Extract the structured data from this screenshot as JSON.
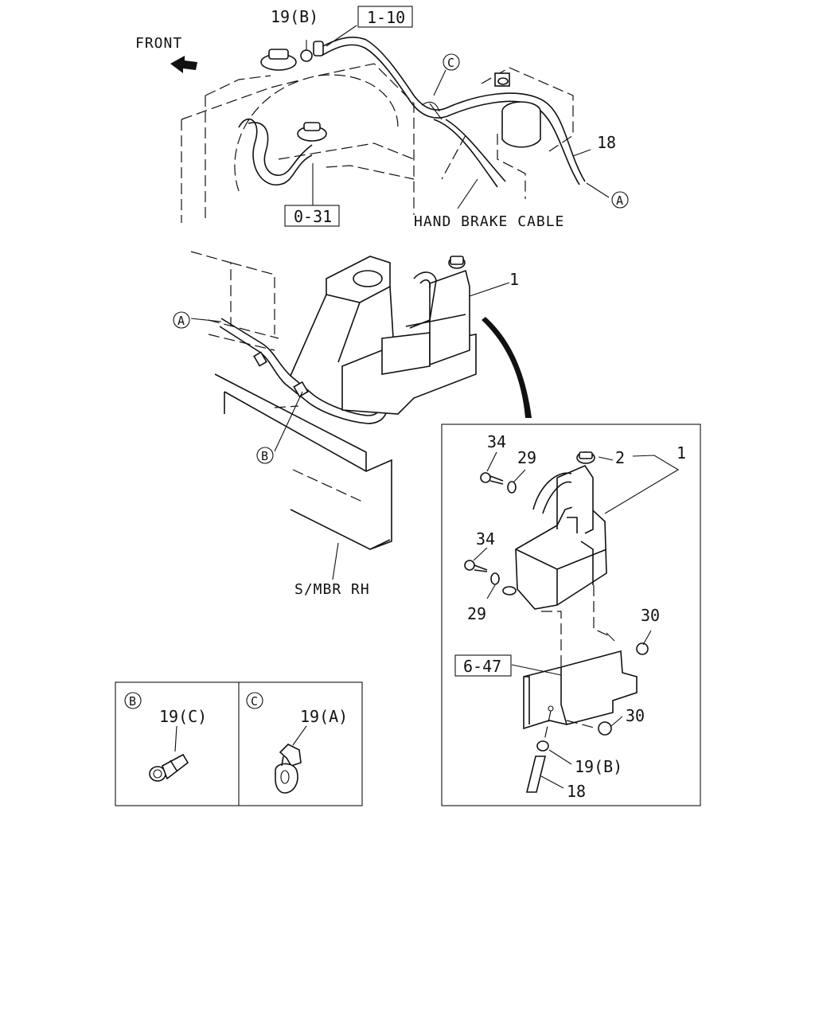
{
  "labels": {
    "front": "FRONT",
    "ref_1_10": "1-10",
    "ref_0_31": "0-31",
    "ref_6_47": "6-47",
    "hand_brake_cable": "HAND BRAKE CABLE",
    "s_mbr_rh": "S/MBR RH",
    "part_19b_top": "19(B)",
    "part_19b_detail": "19(B)",
    "part_19c": "19(C)",
    "part_19a": "19(A)",
    "part_18_top": "18",
    "part_18_detail": "18",
    "part_1_mid": "1",
    "part_1_detail": "1",
    "part_2": "2",
    "part_34_a": "34",
    "part_34_b": "34",
    "part_29_a": "29",
    "part_29_b": "29",
    "part_30_a": "30",
    "part_30_b": "30"
  },
  "callouts": {
    "a_top": "A",
    "a_mid": "A",
    "b_mid": "B",
    "c_top": "C",
    "b_inset": "B",
    "c_inset": "C"
  }
}
